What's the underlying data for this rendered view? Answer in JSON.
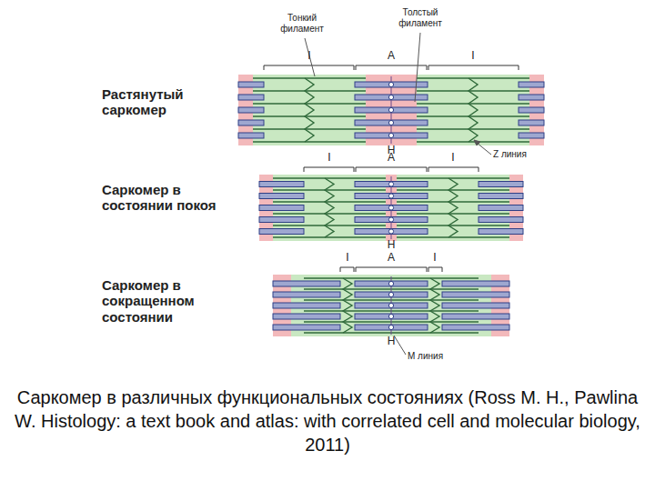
{
  "diagram": {
    "caption": "Саркомер в различных функциональных состояниях (Ross M. H., Pawlina W. Histology: a text book and atlas: with correlated cell and molecular biology, 2011)",
    "labels": [
      "Тонкий филамент",
      "Толстый филамент",
      "Растянутый саркомер",
      "I",
      "A",
      "I",
      "H",
      "Z линия",
      "Саркомер в состоянии покоя",
      "I",
      "A",
      "I",
      "H",
      "Саркомер в сокращенном состоянии",
      "I",
      "A",
      "I",
      "H",
      "M линия"
    ]
  }
}
